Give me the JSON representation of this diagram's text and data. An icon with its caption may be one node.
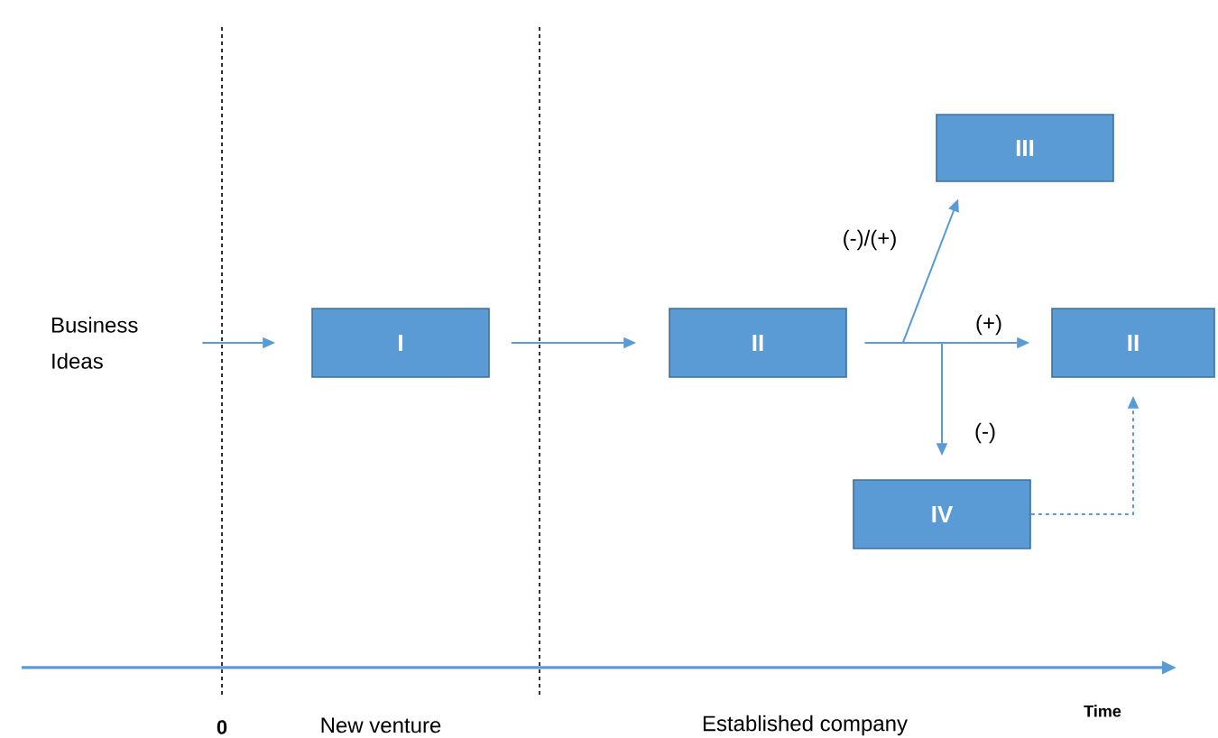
{
  "diagram": {
    "nodes": [
      {
        "text": [
          "Business Ideas"
        ]
      },
      {
        "text": [
          "I"
        ]
      },
      {
        "text": [
          "II"
        ]
      },
      {
        "text": [
          "III"
        ]
      },
      {
        "text": [
          "II"
        ]
      },
      {
        "text": [
          "IV"
        ]
      }
    ],
    "edges": [
      {
        "from": 0,
        "to": 1,
        "arrow": "to"
      },
      {
        "from": 1,
        "to": 2,
        "arrow": "to"
      },
      {
        "from": 2,
        "to": 3,
        "arrow": "to",
        "label": "(-)/(+)"
      },
      {
        "from": 2,
        "to": 4,
        "arrow": "to",
        "label": "(+)"
      },
      {
        "from": 2,
        "to": 5,
        "arrow": "to",
        "label": "(-)"
      },
      {
        "from": 5,
        "to": 4,
        "arrow": "to",
        "style": "dashed"
      }
    ],
    "labels": [
      "0",
      "New venture",
      "Established company",
      "Time"
    ]
  }
}
